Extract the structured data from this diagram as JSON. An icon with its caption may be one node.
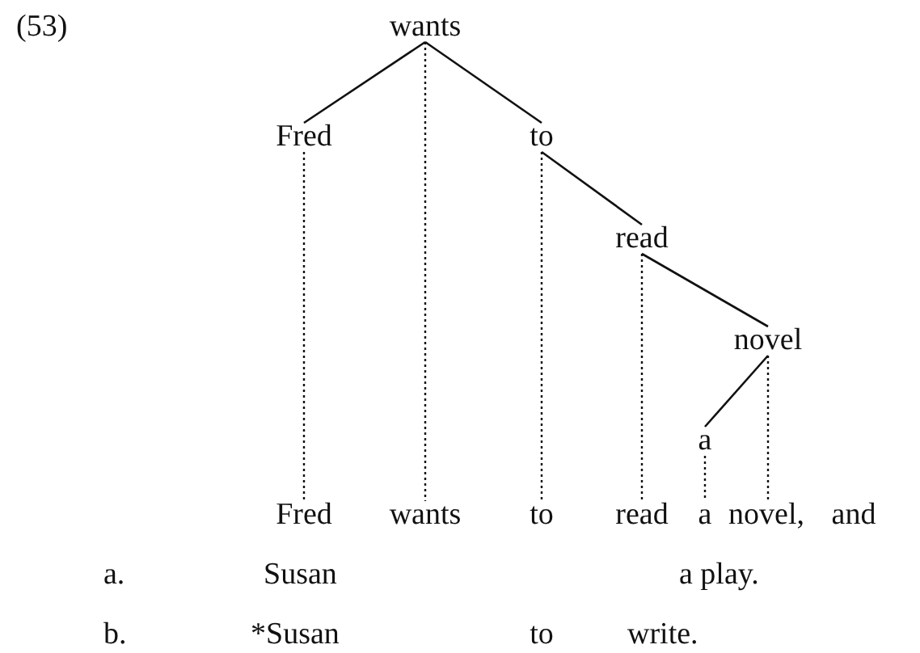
{
  "diagram": {
    "nodes": [
      {
        "text": [
          "wants"
        ]
      },
      {
        "text": [
          "Fred"
        ]
      },
      {
        "text": [
          "to"
        ]
      },
      {
        "text": [
          "read"
        ]
      },
      {
        "text": [
          "novel"
        ]
      },
      {
        "text": [
          "a"
        ]
      },
      {
        "text": [
          "Fred"
        ]
      },
      {
        "text": [
          "wants"
        ]
      },
      {
        "text": [
          "to"
        ]
      },
      {
        "text": [
          "read"
        ]
      },
      {
        "text": [
          "a"
        ]
      },
      {
        "text": [
          "novel,"
        ]
      },
      {
        "text": [
          "and"
        ]
      }
    ],
    "edges": [
      {
        "from": 0,
        "to": 1,
        "arrow": "none"
      },
      {
        "from": 0,
        "to": 2,
        "arrow": "none"
      },
      {
        "from": 2,
        "to": 3,
        "arrow": "none"
      },
      {
        "from": 3,
        "to": 4,
        "arrow": "none"
      },
      {
        "from": 4,
        "to": 5,
        "arrow": "none"
      },
      {
        "from": 1,
        "to": 6,
        "arrow": "none",
        "style": "dashed"
      },
      {
        "from": 0,
        "to": 7,
        "arrow": "none",
        "style": "dashed"
      },
      {
        "from": 2,
        "to": 8,
        "arrow": "none",
        "style": "dashed"
      },
      {
        "from": 3,
        "to": 9,
        "arrow": "none",
        "style": "dashed"
      },
      {
        "from": 5,
        "to": 10,
        "arrow": "none",
        "style": "dashed"
      },
      {
        "from": 4,
        "to": 11,
        "arrow": "none",
        "style": "dashed"
      }
    ],
    "labels": [
      "(53)",
      "a.",
      "Susan",
      "a play.",
      "b.",
      "*Susan",
      "to",
      "write."
    ]
  }
}
